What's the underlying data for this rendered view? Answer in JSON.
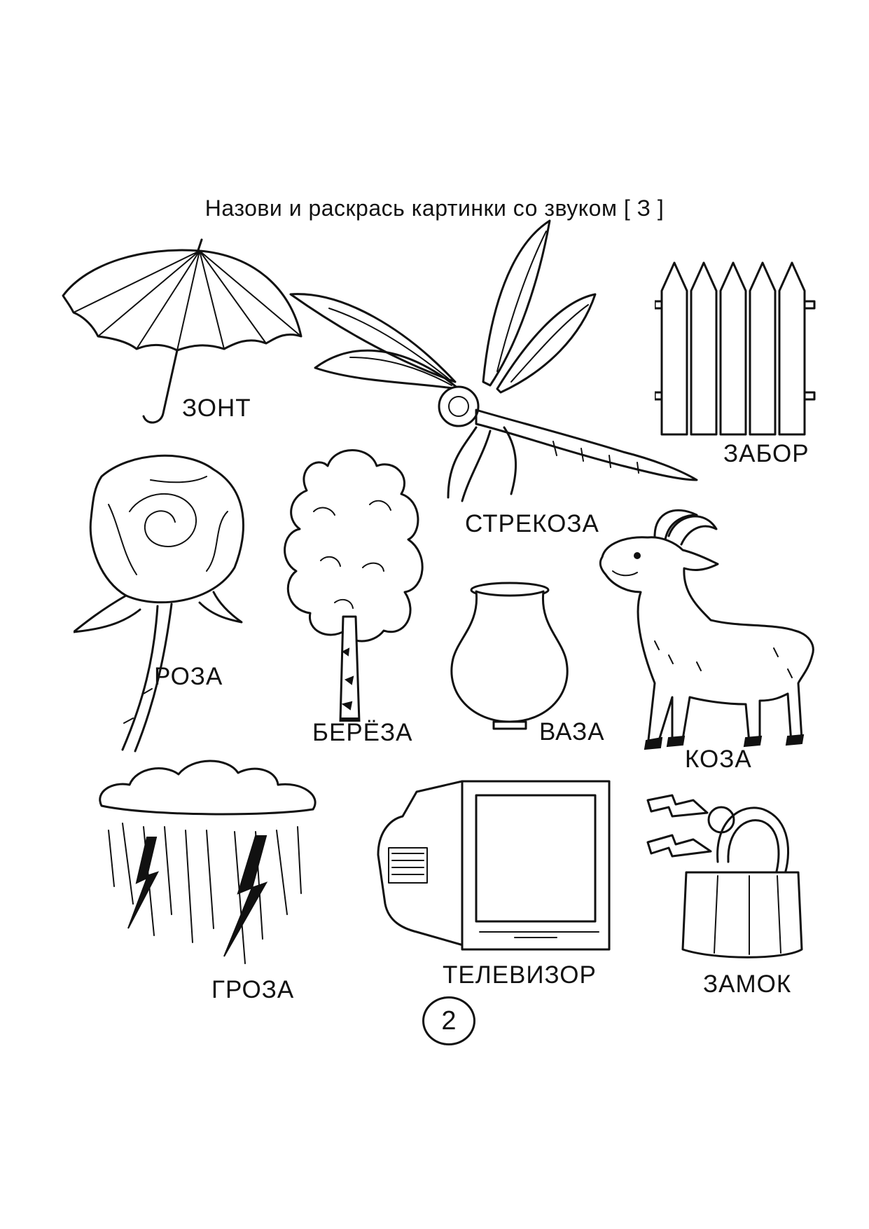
{
  "title": "Назови и раскрась картинки со звуком [ З ]",
  "labels": {
    "umbrella": "ЗОНТ",
    "fence": "ЗАБОР",
    "dragonfly": "СТРЕКОЗА",
    "rose": "РОЗА",
    "birch": "БЕРЁЗА",
    "vase": "ВАЗА",
    "goat": "КОЗА",
    "storm": "ГРОЗА",
    "tv": "ТЕЛЕВИЗОР",
    "lock": "ЗАМОК"
  },
  "page_number": "2"
}
